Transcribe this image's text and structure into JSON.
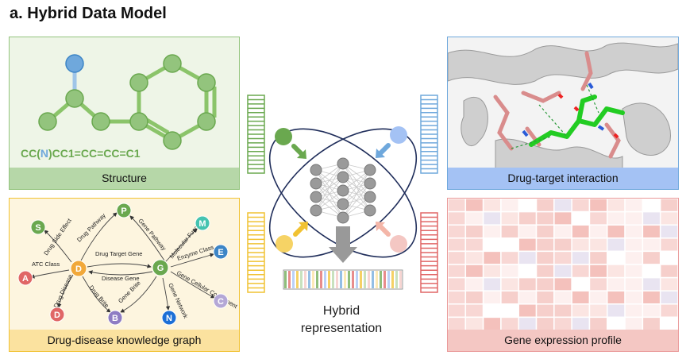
{
  "title": "a. Hybrid Data Model",
  "panels": {
    "structure": {
      "caption": "Structure",
      "smiles_parts": [
        "CC(",
        "N",
        ")CC1=CC=CC=C1"
      ]
    },
    "kg": {
      "caption": "Drug-disease knowledge graph",
      "nodes": {
        "S": "S",
        "P": "P",
        "M": "M",
        "E": "E",
        "A": "A",
        "D": "D",
        "G": "G",
        "C": "C",
        "D2": "D",
        "B": "B",
        "N": "N"
      },
      "edges": {
        "drug_side_effect": "Drug Side Effect",
        "drug_pathway": "Drug Pathway",
        "gene_pathway": "Gene Pathway",
        "drug_target_gene": "Drug Target Gene",
        "atc_class": "ATC Class",
        "molecular_function": "Molecular Function",
        "enzyme_class": "Enzyme Class",
        "disease_gene": "Disease Gene",
        "drug_disease": "Drug Disease",
        "drug_brite": "Drug Brite",
        "gene_brite": "Gene Brite",
        "gene_cellular_component": "Gene Cellular Component",
        "gene_network": "Gene Network"
      }
    },
    "dti": {
      "caption": "Drug-target interaction"
    },
    "gene": {
      "caption": "Gene expression profile"
    }
  },
  "hybrid": {
    "line1": "Hybrid",
    "line2": "representation"
  },
  "colors": {
    "green": "#6aa84f",
    "yellow": "#f1c232",
    "blue": "#6fa8dc",
    "red": "#e06666"
  }
}
